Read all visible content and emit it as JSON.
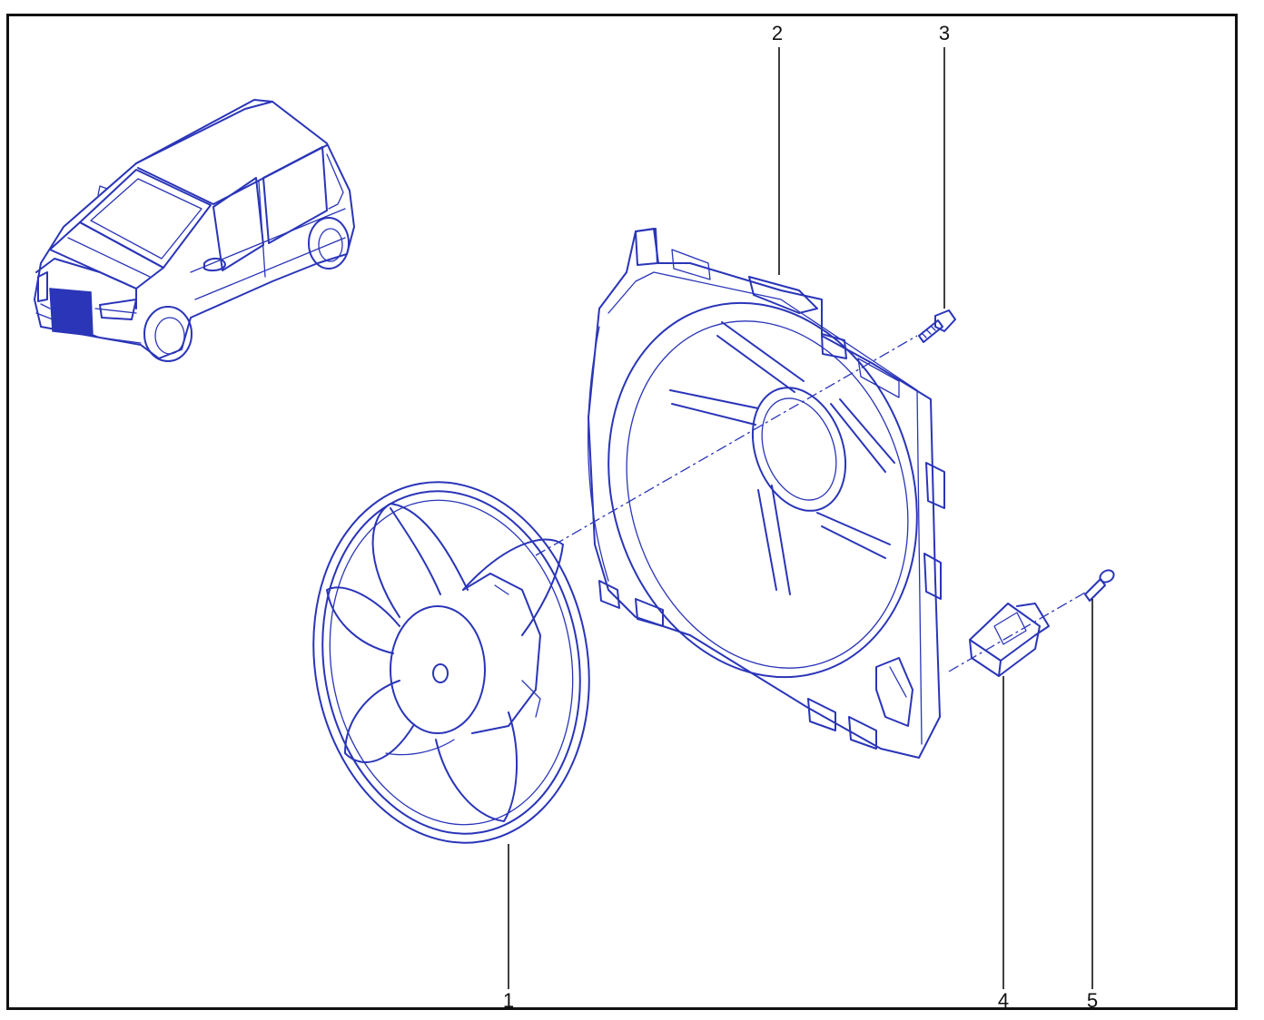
{
  "diagram": {
    "ink_color": "#2a35b8",
    "frame_color": "#111111",
    "callouts": [
      {
        "id": "1",
        "label": "1",
        "part": "fan-impeller"
      },
      {
        "id": "2",
        "label": "2",
        "part": "fan-shroud"
      },
      {
        "id": "3",
        "label": "3",
        "part": "shroud-bolt"
      },
      {
        "id": "4",
        "label": "4",
        "part": "resistor-module"
      },
      {
        "id": "5",
        "label": "5",
        "part": "resistor-screw"
      }
    ],
    "icons": [
      "vehicle-locator-icon"
    ]
  }
}
